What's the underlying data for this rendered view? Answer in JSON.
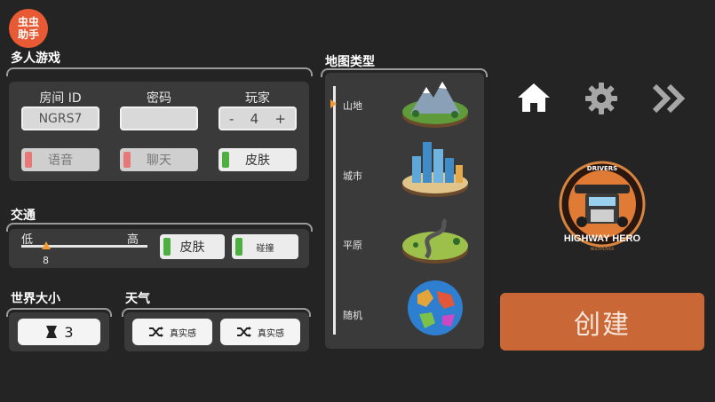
{
  "app_badge": "虫虫\n助手",
  "multiplayer": {
    "title": "多人游戏",
    "room_id_label": "房间 ID",
    "room_id_value": "NGRS7",
    "password_label": "密码",
    "password_value": "",
    "players_label": "玩家",
    "players_minus": "-",
    "players_value": "4",
    "players_plus": "+",
    "voice_label": "语音",
    "chat_label": "聊天",
    "skin_label": "皮肤"
  },
  "traffic": {
    "title": "交通",
    "low_label": "低",
    "high_label": "高",
    "density_value": "8",
    "density_fraction": 0.2,
    "skin_label": "皮肤",
    "collision_label": "碰撞"
  },
  "world_size": {
    "title": "世界大小",
    "value": "3"
  },
  "weather": {
    "title": "天气",
    "option1": "真实感",
    "option2": "真实感"
  },
  "map_type": {
    "title": "地图类型",
    "options": [
      "山地",
      "城市",
      "平原",
      "随机"
    ],
    "selected_index": 0
  },
  "toolbar": {
    "home_icon": "home-icon",
    "settings_icon": "gear-icon",
    "next_icon": "double-chevron-right-icon"
  },
  "brand": {
    "top_text": "DRIVERS",
    "main_text": "HIGHWAY HERO",
    "bottom_text": "MULTIPLAYER"
  },
  "create_label": "创建",
  "colors": {
    "accent": "#c96736",
    "toggle_on": "#4caf3f",
    "toggle_off": "#e87878"
  }
}
